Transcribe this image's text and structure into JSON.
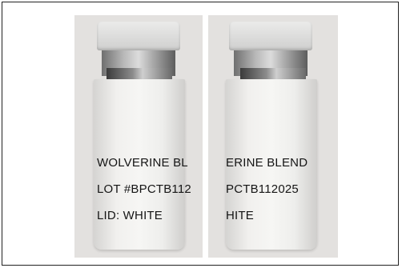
{
  "vial_left": {
    "line1": "WOLVERINE BL",
    "line2": "LOT #BPCTB112",
    "line3": "LID: WHITE"
  },
  "vial_right": {
    "line1": "ERINE BLEND",
    "line2": "PCTB112025",
    "line3": "HITE"
  },
  "colors": {
    "cap": "#dcdcdb",
    "label": "#f1f0ee",
    "background": "#e3e1df",
    "text": "#151515"
  }
}
